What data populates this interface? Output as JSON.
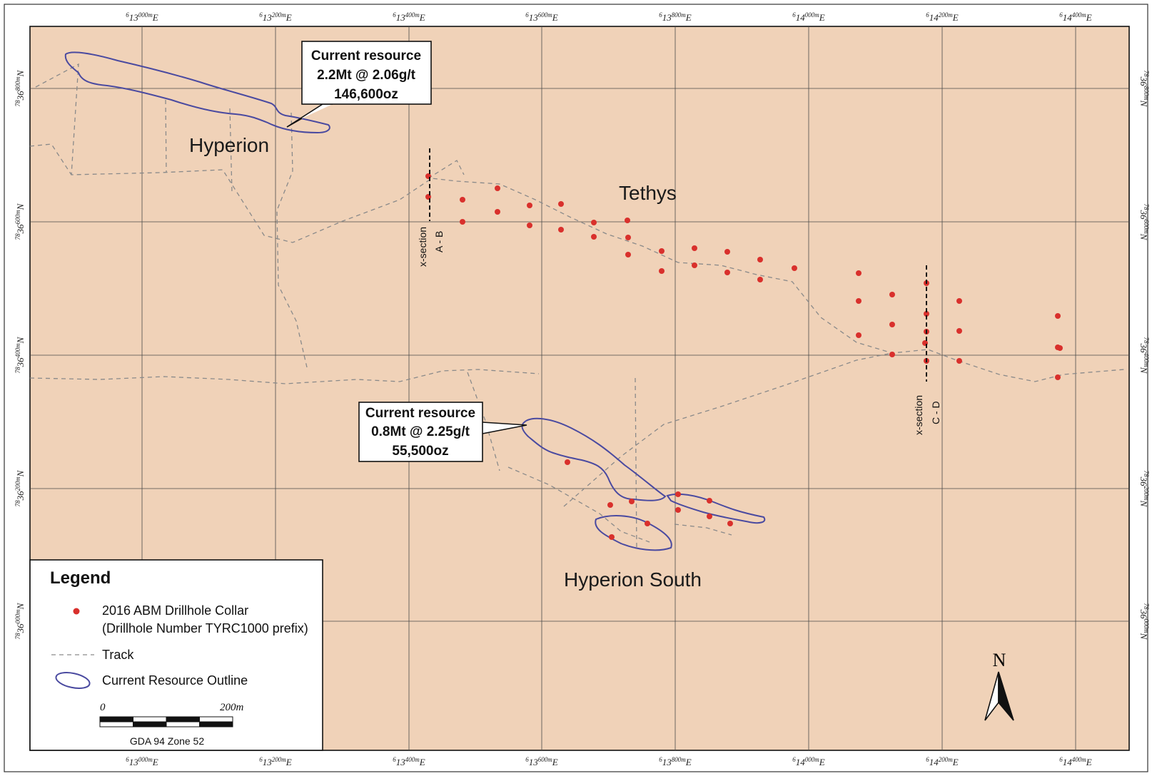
{
  "map": {
    "areas": {
      "hyperion": "Hyperion",
      "tethys": "Tethys",
      "hyperion_south": "Hyperion South"
    },
    "callouts": {
      "north": [
        "Current resource",
        "2.2Mt @ 2.06g/t",
        "146,600oz"
      ],
      "south": [
        "Current resource",
        "0.8Mt @ 2.25g/t",
        "55,500oz"
      ]
    },
    "cross_sections": {
      "ab": [
        "x-section",
        "A - B"
      ],
      "cd": [
        "x-section",
        "C - D"
      ]
    },
    "eastings": [
      {
        "lead": "6",
        "km": "13",
        "sup": "000m",
        "unit": "E"
      },
      {
        "lead": "6",
        "km": "13",
        "sup": "200m",
        "unit": "E"
      },
      {
        "lead": "6",
        "km": "13",
        "sup": "400m",
        "unit": "E"
      },
      {
        "lead": "6",
        "km": "13",
        "sup": "600m",
        "unit": "E"
      },
      {
        "lead": "6",
        "km": "13",
        "sup": "800m",
        "unit": "E"
      },
      {
        "lead": "6",
        "km": "14",
        "sup": "000m",
        "unit": "E"
      },
      {
        "lead": "6",
        "km": "14",
        "sup": "200m",
        "unit": "E"
      },
      {
        "lead": "6",
        "km": "14",
        "sup": "400m",
        "unit": "E"
      }
    ],
    "northings": [
      {
        "lead": "78",
        "km": "36",
        "sup": "800m",
        "unit": "N"
      },
      {
        "lead": "78",
        "km": "36",
        "sup": "600m",
        "unit": "N"
      },
      {
        "lead": "78",
        "km": "36",
        "sup": "400m",
        "unit": "N"
      },
      {
        "lead": "78",
        "km": "36",
        "sup": "200m",
        "unit": "N"
      },
      {
        "lead": "78",
        "km": "36",
        "sup": "000m",
        "unit": "N"
      }
    ],
    "north_arrow_label": "N",
    "colors": {
      "background": "#f0d2b8",
      "collar": "#d9302c",
      "outline": "#4a4aa0",
      "track": "#8a8a8a"
    }
  },
  "legend": {
    "title": "Legend",
    "collar_line1": "2016 ABM Drillhole Collar",
    "collar_line2": "(Drillhole Number TYRC1000 prefix)",
    "track": "Track",
    "outline": "Current Resource Outline",
    "scale_start": "0",
    "scale_end": "200m",
    "projection": "GDA 94 Zone 52"
  }
}
